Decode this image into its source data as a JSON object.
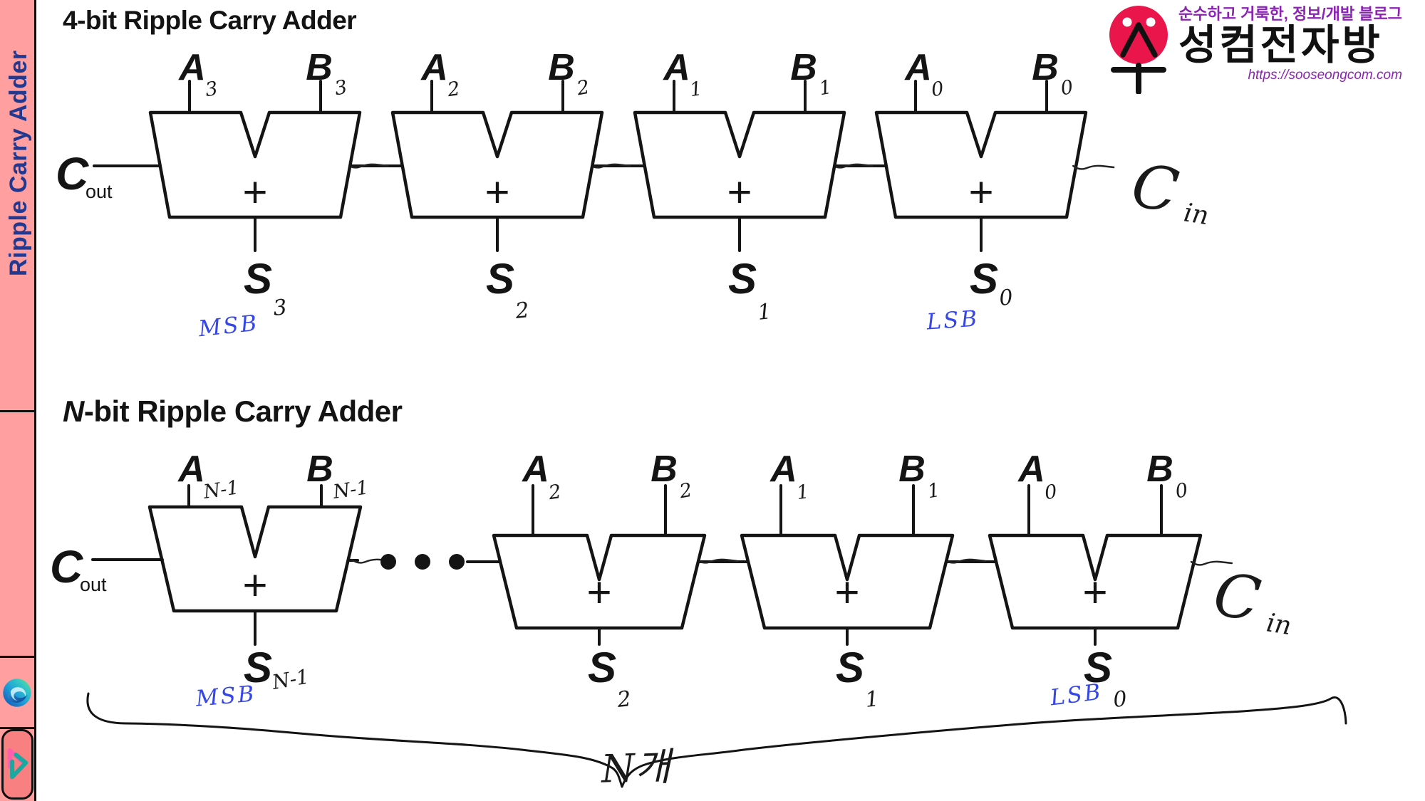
{
  "sidebar": {
    "title": "Ripple Carry Adder",
    "shortcuts": [
      {
        "label": "Microsoft Edge"
      },
      {
        "label": "Media player"
      }
    ]
  },
  "brand": {
    "tagline": "순수하고 거룩한, 정보/개발 블로그",
    "name": "성컴전자방",
    "url": "https://sooseongcom.com"
  },
  "annotation_colors": {
    "handwriting_blue": "#3647ea",
    "ink_black": "#141414",
    "sidebar_pink": "#ff9f9f"
  },
  "diagrams": [
    {
      "title_prefix": "4",
      "title_rest": "-bit Ripple Carry Adder",
      "carry_out": {
        "base": "C",
        "sub": "out"
      },
      "carry_in": {
        "base": "C",
        "sub": "in"
      },
      "msb": "MSB",
      "lsb": "LSB",
      "adders": [
        {
          "a": "A",
          "a_sub": "3",
          "b": "B",
          "b_sub": "3",
          "op": "+",
          "s": "S",
          "s_sub": "3"
        },
        {
          "a": "A",
          "a_sub": "2",
          "b": "B",
          "b_sub": "2",
          "op": "+",
          "s": "S",
          "s_sub": "2"
        },
        {
          "a": "A",
          "a_sub": "1",
          "b": "B",
          "b_sub": "1",
          "op": "+",
          "s": "S",
          "s_sub": "1"
        },
        {
          "a": "A",
          "a_sub": "0",
          "b": "B",
          "b_sub": "0",
          "op": "+",
          "s": "S",
          "s_sub": "0"
        }
      ]
    },
    {
      "title_prefix": "N",
      "title_rest": "-bit Ripple Carry Adder",
      "carry_out": {
        "base": "C",
        "sub": "out"
      },
      "carry_in": {
        "base": "C",
        "sub": "in"
      },
      "msb": "MSB",
      "lsb": "LSB",
      "ellipsis_dots": 3,
      "brace_label": "N개",
      "adders": [
        {
          "a": "A",
          "a_sub": "N-1",
          "b": "B",
          "b_sub": "N-1",
          "op": "+",
          "s": "S",
          "s_sub": "N-1"
        },
        {
          "a": "A",
          "a_sub": "2",
          "b": "B",
          "b_sub": "2",
          "op": "+",
          "s": "S",
          "s_sub": "2"
        },
        {
          "a": "A",
          "a_sub": "1",
          "b": "B",
          "b_sub": "1",
          "op": "+",
          "s": "S",
          "s_sub": "1"
        },
        {
          "a": "A",
          "a_sub": "0",
          "b": "B",
          "b_sub": "0",
          "op": "+",
          "s": "S",
          "s_sub": "0"
        }
      ]
    }
  ]
}
